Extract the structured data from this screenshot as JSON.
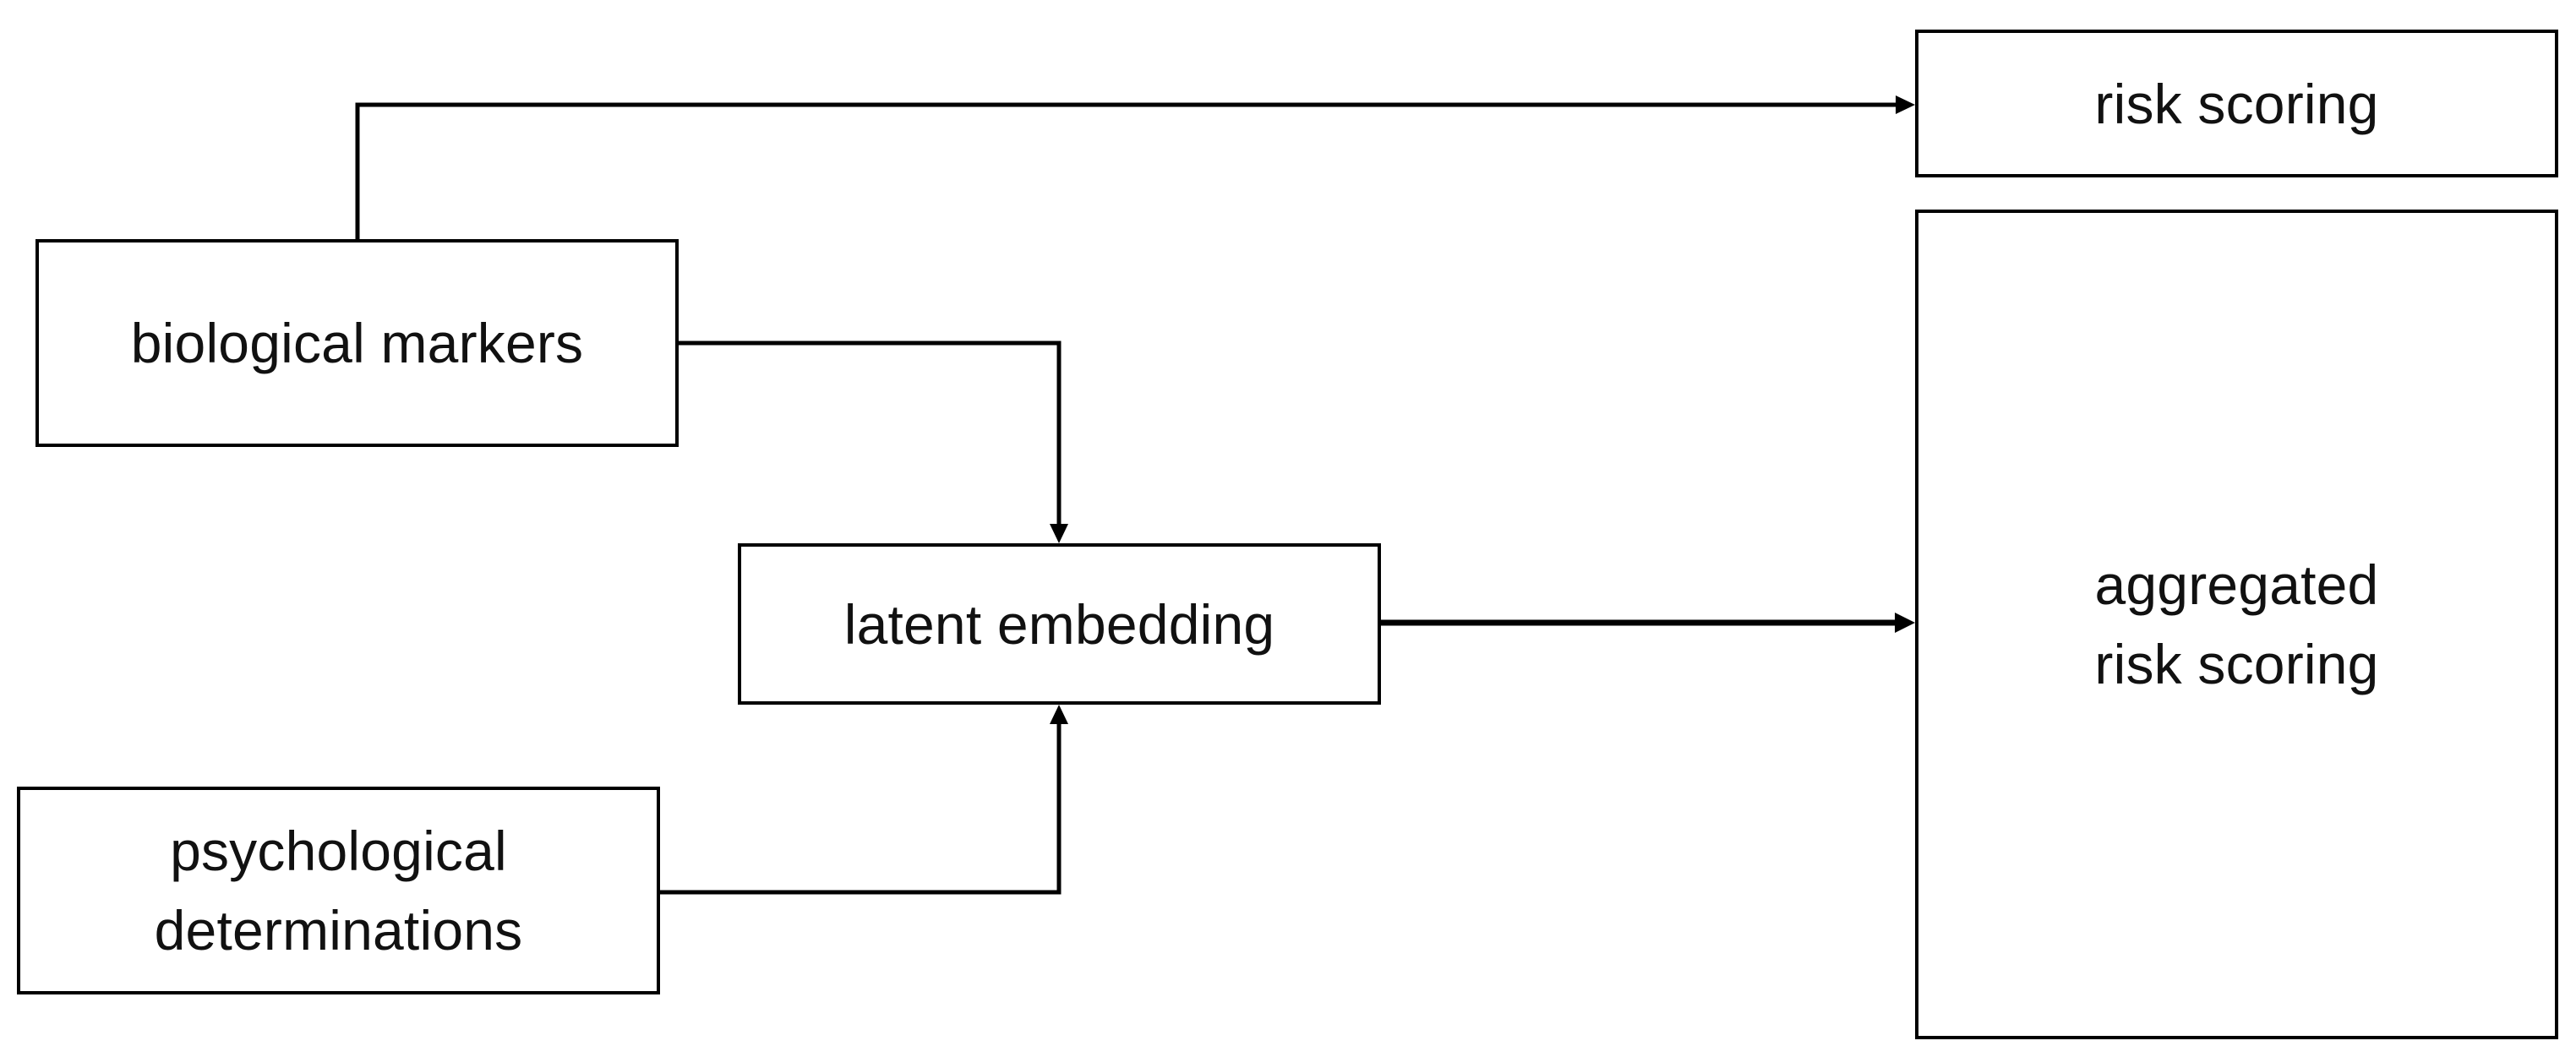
{
  "diagram": {
    "nodes": {
      "risk_scoring": "risk scoring",
      "biological_markers": "biological markers",
      "latent_embedding": "latent embedding",
      "psychological_determinations": "psychological\ndeterminations",
      "aggregated_risk_scoring": "aggregated\nrisk scoring"
    },
    "edges": [
      {
        "from": "biological_markers",
        "to": "risk_scoring"
      },
      {
        "from": "biological_markers",
        "to": "latent_embedding"
      },
      {
        "from": "psychological_determinations",
        "to": "latent_embedding"
      },
      {
        "from": "latent_embedding",
        "to": "aggregated_risk_scoring"
      }
    ],
    "colors": {
      "stroke": "#000000",
      "background": "#ffffff",
      "text": "#111111"
    }
  }
}
